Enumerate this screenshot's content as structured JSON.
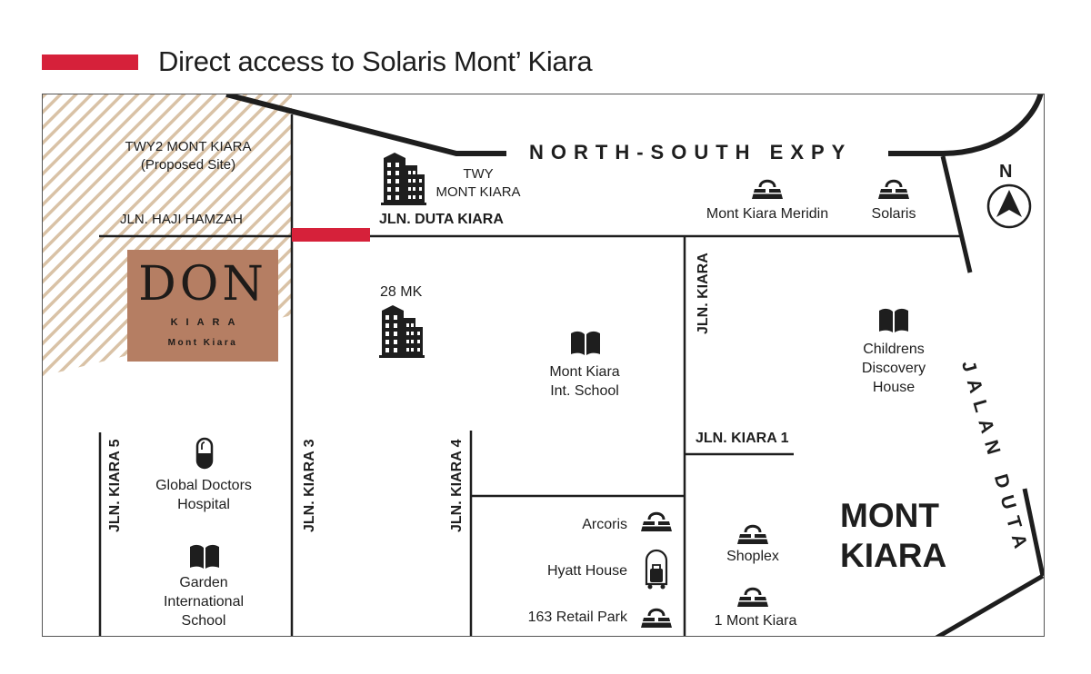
{
  "legend": {
    "label": "Direct access to Solaris Mont’ Kiara",
    "color": "#d6213a"
  },
  "colors": {
    "road": "#1e1e1e",
    "access_route": "#d6213a",
    "hatch": "#d9c2a6",
    "don_block": "#b57e63"
  },
  "compass": {
    "label": "N",
    "icon": "north-arrow-icon"
  },
  "highways": {
    "north_south": "NORTH-SOUTH EXPY",
    "jalan_duta": "JALAN DUTA"
  },
  "roads": {
    "haji_hamzah": "JLN. HAJI HAMZAH",
    "duta_kiara": "JLN. DUTA KIARA",
    "kiara": "JLN. KIARA",
    "kiara_1": "JLN. KIARA 1",
    "kiara_3": "JLN. KIARA 3",
    "kiara_4": "JLN. KIARA 4",
    "kiara_5": "JLN. KIARA 5"
  },
  "proposed_site": {
    "line1": "TWY2 MONT KIARA",
    "line2": "(Proposed Site)"
  },
  "don_block": {
    "logo": "DON",
    "sub": "KIARA",
    "location": "Mont Kiara"
  },
  "district": {
    "line1": "MONT",
    "line2": "KIARA"
  },
  "landmarks": {
    "twy": {
      "line1": "TWY",
      "line2": "MONT KIARA",
      "icon": "building-icon"
    },
    "mk28": {
      "label": "28 MK",
      "icon": "building-icon"
    },
    "meridin": {
      "label": "Mont Kiara Meridin",
      "icon": "shopping-bag-icon"
    },
    "solaris": {
      "label": "Solaris",
      "icon": "shopping-bag-icon"
    },
    "mkis": {
      "line1": "Mont Kiara",
      "line2": "Int. School",
      "icon": "book-icon"
    },
    "childrens": {
      "line1": "Childrens",
      "line2": "Discovery",
      "line3": "House",
      "icon": "book-icon"
    },
    "global_doctors": {
      "line1": "Global Doctors",
      "line2": "Hospital",
      "icon": "pill-icon"
    },
    "garden": {
      "line1": "Garden",
      "line2": "International",
      "line3": "School",
      "icon": "book-icon"
    },
    "arcoris": {
      "label": "Arcoris",
      "icon": "shopping-bag-icon"
    },
    "hyatt": {
      "label": "Hyatt House",
      "icon": "luggage-cart-icon"
    },
    "retail163": {
      "label": "163 Retail Park",
      "icon": "shopping-bag-icon"
    },
    "shoplex": {
      "label": "Shoplex",
      "icon": "shopping-bag-icon"
    },
    "one_mk": {
      "label": "1 Mont Kiara",
      "icon": "shopping-bag-icon"
    }
  }
}
